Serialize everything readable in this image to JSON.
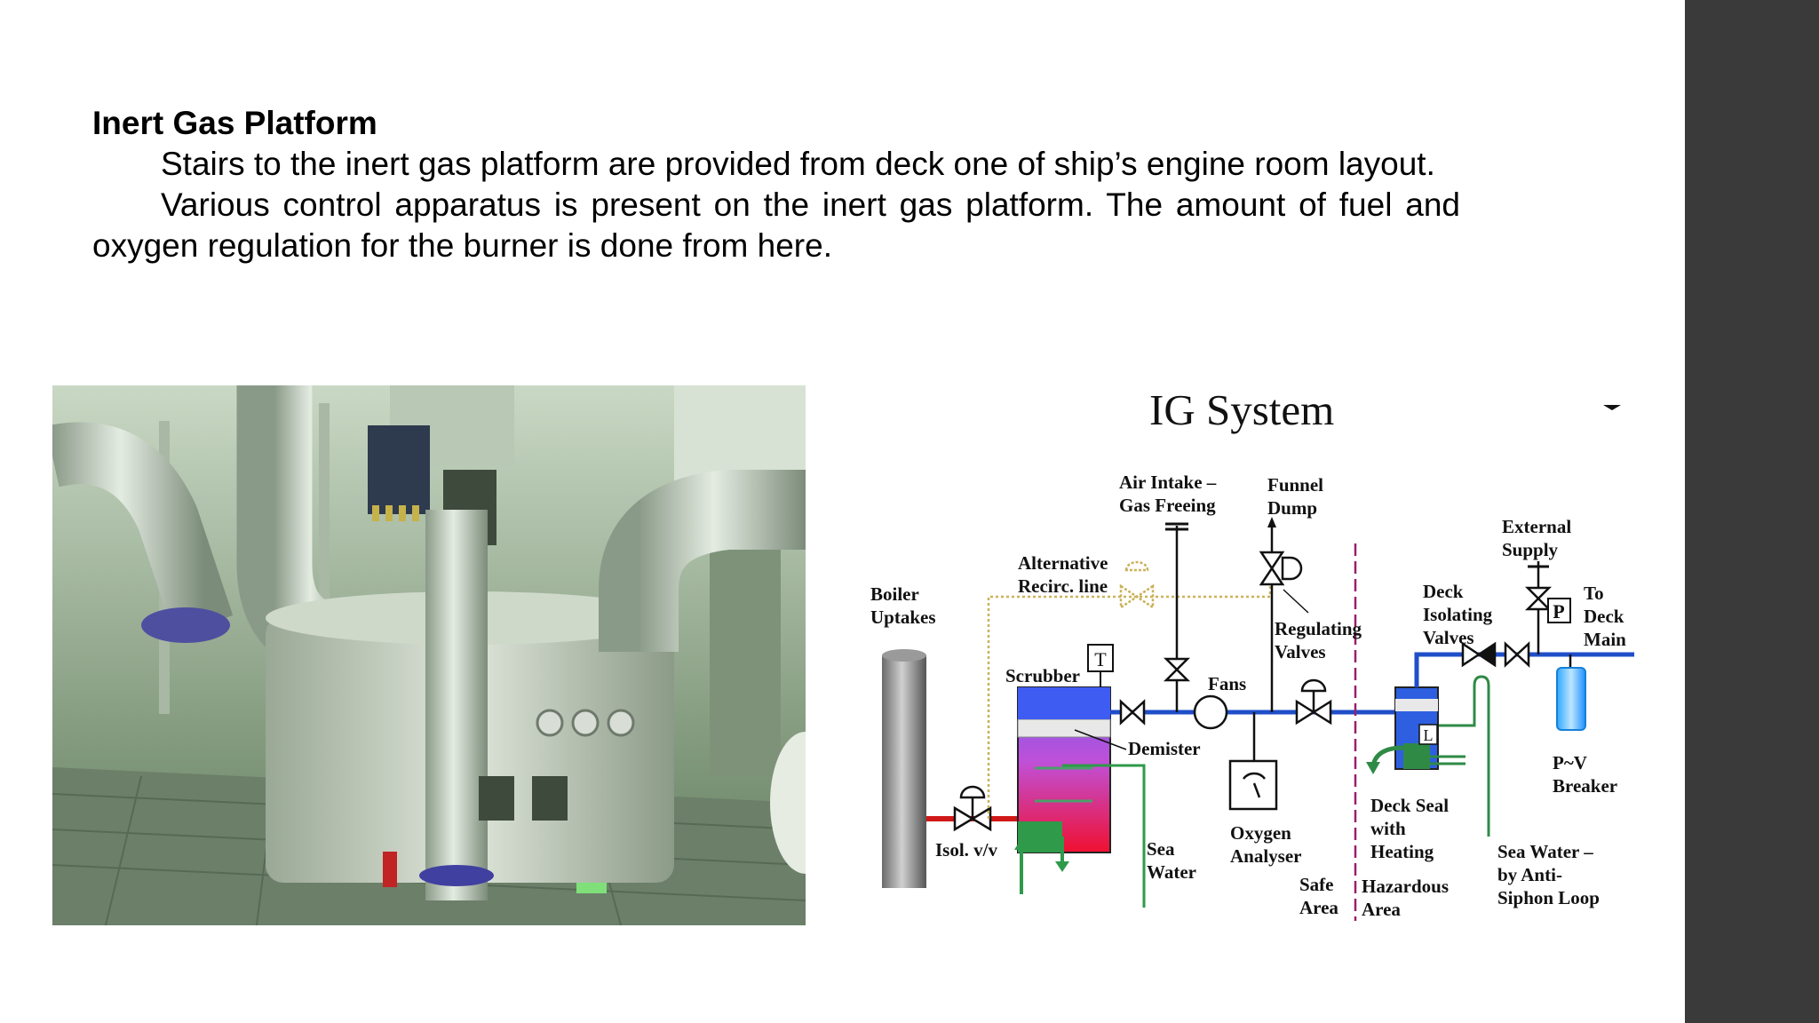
{
  "heading": "Inert Gas Platform",
  "paragraphs": [
    "Stairs to the inert gas platform are provided from deck one of ship’s engine room layout.",
    "Various control apparatus is present on the inert gas platform. The amount of fuel and oxygen regulation for the burner is done from here."
  ],
  "diagram": {
    "title": "IG System",
    "labels": {
      "air_intake_1": "Air Intake –",
      "air_intake_2": "Gas Freeing",
      "funnel_1": "Funnel",
      "funnel_2": "Dump",
      "external_1": "External",
      "external_2": "Supply",
      "alternative_1": "Alternative",
      "alternative_2": "Recirc. line",
      "boiler_1": "Boiler",
      "boiler_2": "Uptakes",
      "deck_iso_1": "Deck",
      "deck_iso_2": "Isolating",
      "deck_iso_3": "Valves",
      "to_deck_1": "To",
      "to_deck_2": "Deck",
      "to_deck_3": "Main",
      "regulating_1": "Regulating",
      "regulating_2": "Valves",
      "t_box": "T",
      "p_box": "P",
      "l_box": "L",
      "scrubber": "Scrubber",
      "fans": "Fans",
      "demister": "Demister",
      "pv_1": "P~V",
      "pv_2": "Breaker",
      "deck_seal_1": "Deck Seal",
      "deck_seal_2": "with",
      "deck_seal_3": "Heating",
      "isol": "Isol. v/v",
      "sea_water_1": "Sea",
      "sea_water_2": "Water",
      "oxygen_1": "Oxygen",
      "oxygen_2": "Analyser",
      "sea_anti_1": "Sea Water –",
      "sea_anti_2": "by Anti-",
      "sea_anti_3": "Siphon Loop",
      "safe_1": "Safe",
      "safe_2": "Area",
      "hazard_1": "Hazardous",
      "hazard_2": "Area"
    }
  }
}
